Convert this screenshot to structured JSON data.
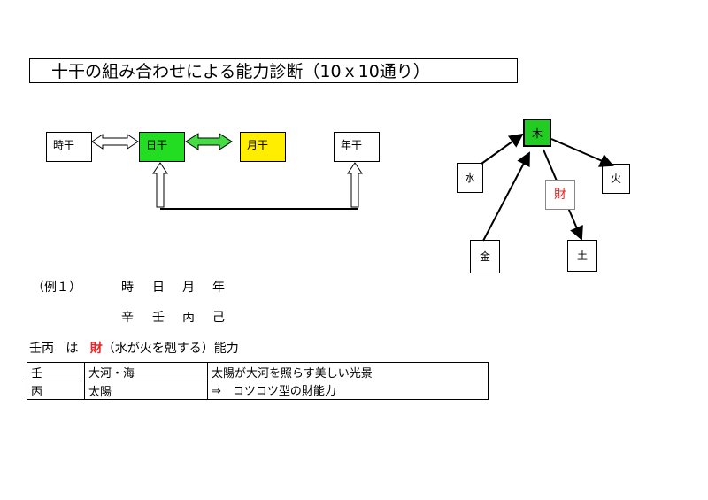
{
  "title": "十干の組み合わせによる能力診断（10ｘ10通り）",
  "pillars": {
    "hour": "時干",
    "day": "日干",
    "month": "月干",
    "year": "年干"
  },
  "elements": {
    "wood": "木",
    "water": "水",
    "fire": "火",
    "metal": "金",
    "earth": "土",
    "wealth": "財"
  },
  "example": {
    "label": "（例１）",
    "headers": [
      "時",
      "日",
      "月",
      "年"
    ],
    "stems": [
      "辛",
      "壬",
      "丙",
      "己"
    ]
  },
  "summary": {
    "pair": "壬丙",
    "particle": "は",
    "ability": "財",
    "note": "（水が火を剋する）",
    "suffix": "能力"
  },
  "table": {
    "rows": [
      {
        "stem": "壬",
        "meaning": "大河・海"
      },
      {
        "stem": "丙",
        "meaning": "太陽"
      }
    ],
    "desc1": "太陽が大河を照らす美しい光景",
    "desc2": "⇒　コツコツ型の財能力"
  },
  "colors": {
    "day_fill": "#22dd22",
    "month_fill": "#ffee00",
    "arrow_green": "#44dd44",
    "wealth_red": "#ee2222",
    "wood_fill": "#22cc22"
  }
}
